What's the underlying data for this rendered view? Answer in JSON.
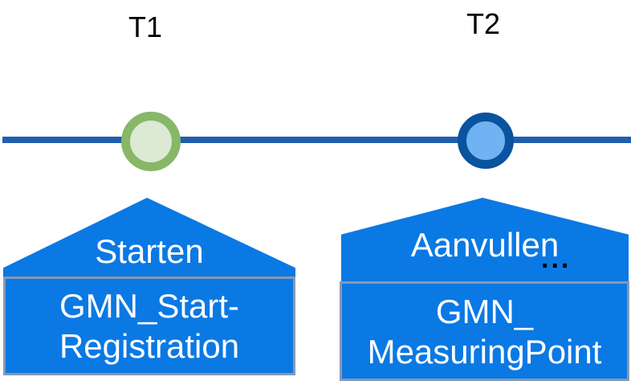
{
  "diagram": {
    "timepoints": [
      {
        "label": "T1"
      },
      {
        "label": "T2"
      }
    ],
    "callouts": [
      {
        "action": "Starten",
        "box_line1": "GMN_Start-",
        "box_line2": "Registration"
      },
      {
        "action": "Aanvullen",
        "ellipsis": "...",
        "box_line1": "GMN_",
        "box_line2": "MeasuringPoint"
      }
    ],
    "colors": {
      "callout_blue": "#0a79e4",
      "timeline_blue": "#215fac",
      "t1_marker_border": "#87b767",
      "t1_marker_fill": "#dce9d5",
      "t2_marker_border": "#0a539e",
      "t2_marker_fill": "#6fb3f2",
      "box_border": "#8a98b0",
      "label_text": "#000000",
      "callout_text": "#ffffff"
    }
  }
}
